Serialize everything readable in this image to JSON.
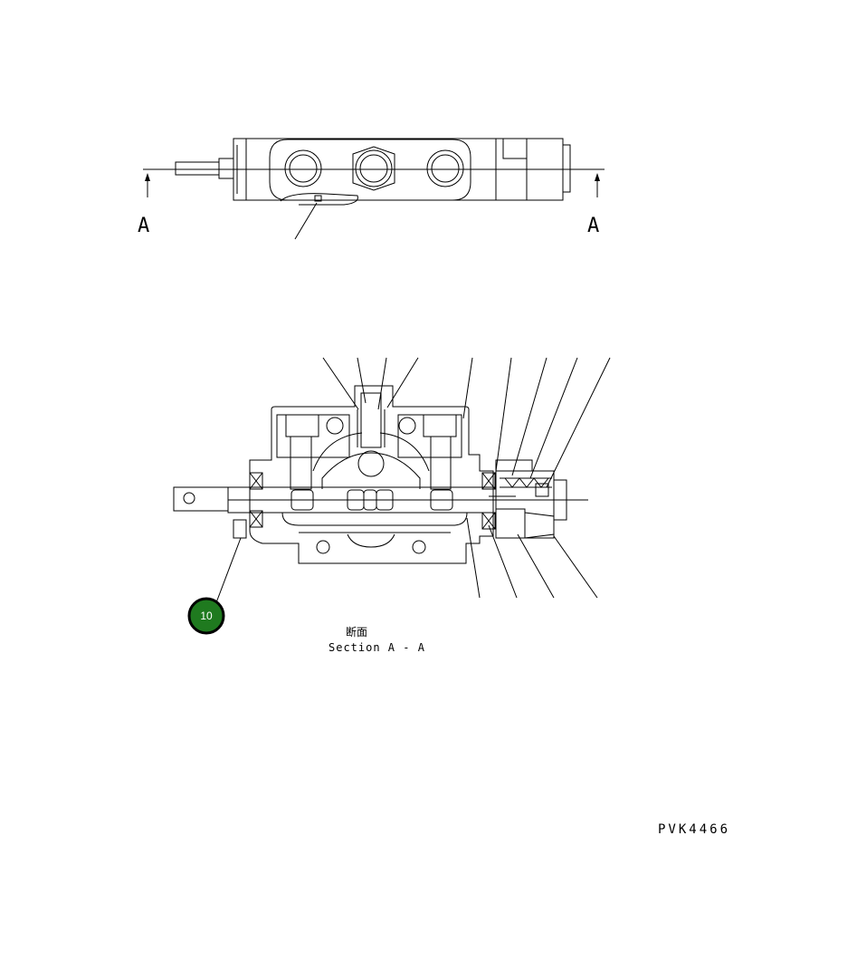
{
  "diagram": {
    "section_marker_left": "A",
    "section_marker_right": "A",
    "section_title_jp": "断面",
    "section_title": "Section A - A",
    "drawing_code": "PVK4466",
    "callouts": [
      {
        "label": "10",
        "color": "#1f7a1f"
      }
    ]
  }
}
